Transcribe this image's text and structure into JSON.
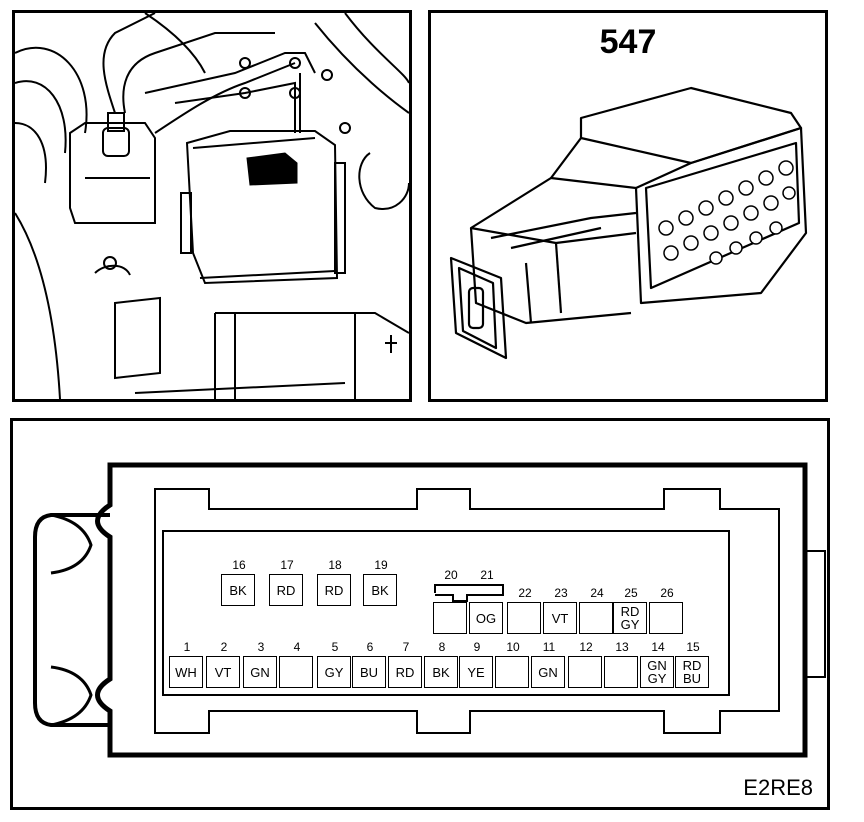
{
  "connector": {
    "number": "547"
  },
  "figure_code": "E2RE8",
  "pins": [
    {
      "num": "1",
      "colors": [
        "WH"
      ]
    },
    {
      "num": "2",
      "colors": [
        "VT"
      ]
    },
    {
      "num": "3",
      "colors": [
        "GN"
      ]
    },
    {
      "num": "4",
      "colors": []
    },
    {
      "num": "5",
      "colors": [
        "GY"
      ]
    },
    {
      "num": "6",
      "colors": [
        "BU"
      ]
    },
    {
      "num": "7",
      "colors": [
        "RD"
      ]
    },
    {
      "num": "8",
      "colors": [
        "BK"
      ]
    },
    {
      "num": "9",
      "colors": [
        "YE"
      ]
    },
    {
      "num": "10",
      "colors": []
    },
    {
      "num": "11",
      "colors": [
        "GN"
      ]
    },
    {
      "num": "12",
      "colors": []
    },
    {
      "num": "13",
      "colors": []
    },
    {
      "num": "14",
      "colors": [
        "GN",
        "GY"
      ]
    },
    {
      "num": "15",
      "colors": [
        "RD",
        "BU"
      ]
    },
    {
      "num": "16",
      "colors": [
        "BK"
      ]
    },
    {
      "num": "17",
      "colors": [
        "RD"
      ]
    },
    {
      "num": "18",
      "colors": [
        "RD"
      ]
    },
    {
      "num": "19",
      "colors": [
        "BK"
      ]
    },
    {
      "num": "20",
      "colors": []
    },
    {
      "num": "21",
      "colors": [
        "OG"
      ]
    },
    {
      "num": "22",
      "colors": []
    },
    {
      "num": "23",
      "colors": [
        "VT"
      ]
    },
    {
      "num": "24",
      "colors": []
    },
    {
      "num": "25",
      "colors": [
        "RD",
        "GY"
      ]
    },
    {
      "num": "26",
      "colors": []
    }
  ]
}
